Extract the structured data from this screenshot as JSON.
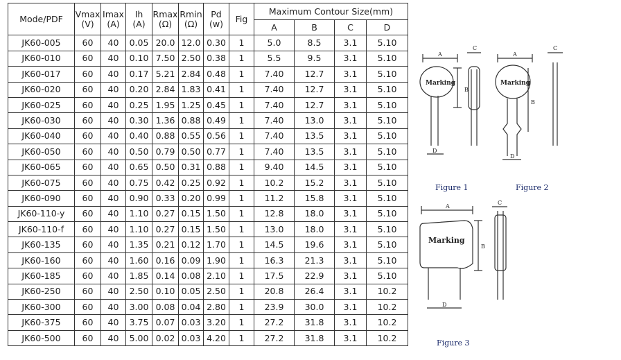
{
  "table": {
    "headers": {
      "model": "Mode/PDF",
      "vmax": "Vmax",
      "vmax_unit": "(V)",
      "imax": "Imax",
      "imax_unit": "(A)",
      "ih": "Ih",
      "ih_unit": "(A)",
      "rmax": "Rmax",
      "rmax_unit": "(Ω)",
      "rmin": "Rmin",
      "rmin_unit": "(Ω)",
      "pd": "Pd",
      "pd_unit": "(w)",
      "fig": "Fig",
      "contour": "Maximum Contour Size(mm)",
      "a": "A",
      "b": "B",
      "c": "C",
      "d": "D"
    },
    "rows": [
      [
        "JK60-005",
        "60",
        "40",
        "0.05",
        "20.0",
        "12.0",
        "0.30",
        "1",
        "5.0",
        "8.5",
        "3.1",
        "5.10"
      ],
      [
        "JK60-010",
        "60",
        "40",
        "0.10",
        "7.50",
        "2.50",
        "0.38",
        "1",
        "5.5",
        "9.5",
        "3.1",
        "5.10"
      ],
      [
        "JK60-017",
        "60",
        "40",
        "0.17",
        "5.21",
        "2.84",
        "0.48",
        "1",
        "7.40",
        "12.7",
        "3.1",
        "5.10"
      ],
      [
        "JK60-020",
        "60",
        "40",
        "0.20",
        "2.84",
        "1.83",
        "0.41",
        "1",
        "7.40",
        "12.7",
        "3.1",
        "5.10"
      ],
      [
        "JK60-025",
        "60",
        "40",
        "0.25",
        "1.95",
        "1.25",
        "0.45",
        "1",
        "7.40",
        "12.7",
        "3.1",
        "5.10"
      ],
      [
        "JK60-030",
        "60",
        "40",
        "0.30",
        "1.36",
        "0.88",
        "0.49",
        "1",
        "7.40",
        "13.0",
        "3.1",
        "5.10"
      ],
      [
        "JK60-040",
        "60",
        "40",
        "0.40",
        "0.88",
        "0.55",
        "0.56",
        "1",
        "7.40",
        "13.5",
        "3.1",
        "5.10"
      ],
      [
        "JK60-050",
        "60",
        "40",
        "0.50",
        "0.79",
        "0.50",
        "0.77",
        "1",
        "7.40",
        "13.5",
        "3.1",
        "5.10"
      ],
      [
        "JK60-065",
        "60",
        "40",
        "0.65",
        "0.50",
        "0.31",
        "0.88",
        "1",
        "9.40",
        "14.5",
        "3.1",
        "5.10"
      ],
      [
        "JK60-075",
        "60",
        "40",
        "0.75",
        "0.42",
        "0.25",
        "0.92",
        "1",
        "10.2",
        "15.2",
        "3.1",
        "5.10"
      ],
      [
        "JK60-090",
        "60",
        "40",
        "0.90",
        "0.33",
        "0.20",
        "0.99",
        "1",
        "11.2",
        "15.8",
        "3.1",
        "5.10"
      ],
      [
        "JK60-110-y",
        "60",
        "40",
        "1.10",
        "0.27",
        "0.15",
        "1.50",
        "1",
        "12.8",
        "18.0",
        "3.1",
        "5.10"
      ],
      [
        "JK60-110-f",
        "60",
        "40",
        "1.10",
        "0.27",
        "0.15",
        "1.50",
        "1",
        "13.0",
        "18.0",
        "3.1",
        "5.10"
      ],
      [
        "JK60-135",
        "60",
        "40",
        "1.35",
        "0.21",
        "0.12",
        "1.70",
        "1",
        "14.5",
        "19.6",
        "3.1",
        "5.10"
      ],
      [
        "JK60-160",
        "60",
        "40",
        "1.60",
        "0.16",
        "0.09",
        "1.90",
        "1",
        "16.3",
        "21.3",
        "3.1",
        "5.10"
      ],
      [
        "JK60-185",
        "60",
        "40",
        "1.85",
        "0.14",
        "0.08",
        "2.10",
        "1",
        "17.5",
        "22.9",
        "3.1",
        "5.10"
      ],
      [
        "JK60-250",
        "60",
        "40",
        "2.50",
        "0.10",
        "0.05",
        "2.50",
        "1",
        "20.8",
        "26.4",
        "3.1",
        "10.2"
      ],
      [
        "JK60-300",
        "60",
        "40",
        "3.00",
        "0.08",
        "0.04",
        "2.80",
        "1",
        "23.9",
        "30.0",
        "3.1",
        "10.2"
      ],
      [
        "JK60-375",
        "60",
        "40",
        "3.75",
        "0.07",
        "0.03",
        "3.20",
        "1",
        "27.2",
        "31.8",
        "3.1",
        "10.2"
      ],
      [
        "JK60-500",
        "60",
        "40",
        "5.00",
        "0.02",
        "0.03",
        "4.20",
        "1",
        "27.2",
        "31.8",
        "3.1",
        "10.2"
      ]
    ]
  },
  "figures": {
    "fig1_caption": "Figure 1",
    "fig2_caption": "Figure 2",
    "fig3_caption": "Figure 3",
    "marking": "Marking",
    "dim_a": "A",
    "dim_b": "B",
    "dim_c": "C",
    "dim_d": "D"
  }
}
